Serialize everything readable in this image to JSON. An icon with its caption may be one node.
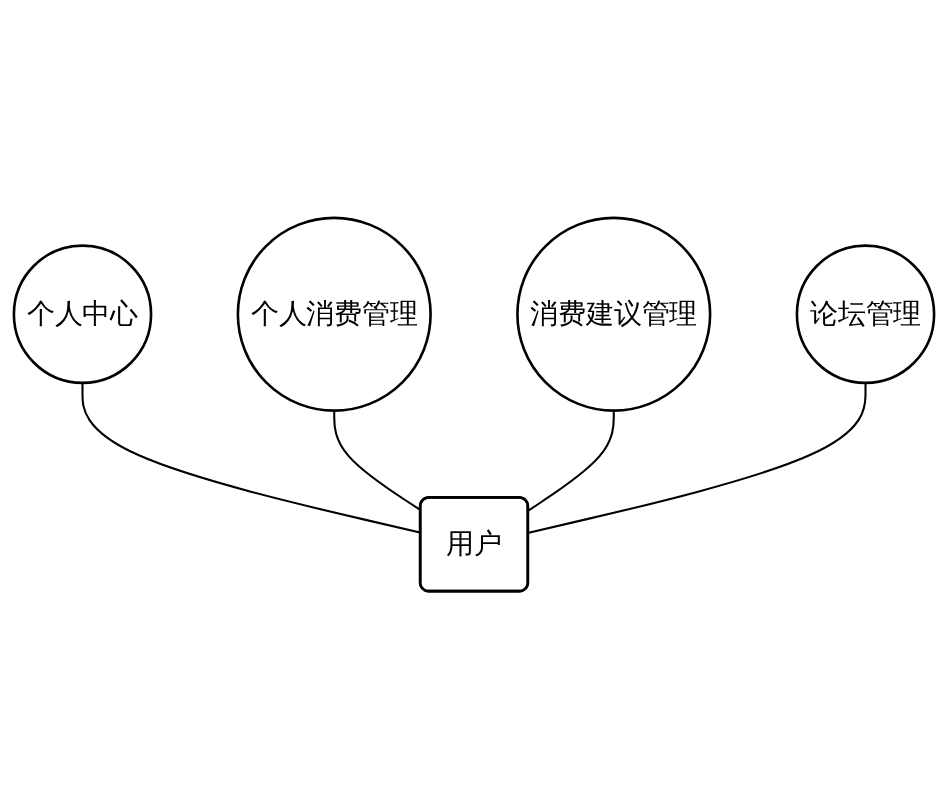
{
  "diagram": {
    "nodes": [
      {
        "text": [
          "个人中心"
        ]
      },
      {
        "text": [
          "个人消费管理"
        ]
      },
      {
        "text": [
          "消费建议管理"
        ]
      },
      {
        "text": [
          "论坛管理"
        ]
      },
      {
        "text": [
          "用户"
        ]
      }
    ],
    "edges": [
      {
        "from": 4,
        "to": 0,
        "arrow": "none"
      },
      {
        "from": 4,
        "to": 1,
        "arrow": "none"
      },
      {
        "from": 4,
        "to": 2,
        "arrow": "none"
      },
      {
        "from": 4,
        "to": 3,
        "arrow": "none"
      }
    ]
  }
}
